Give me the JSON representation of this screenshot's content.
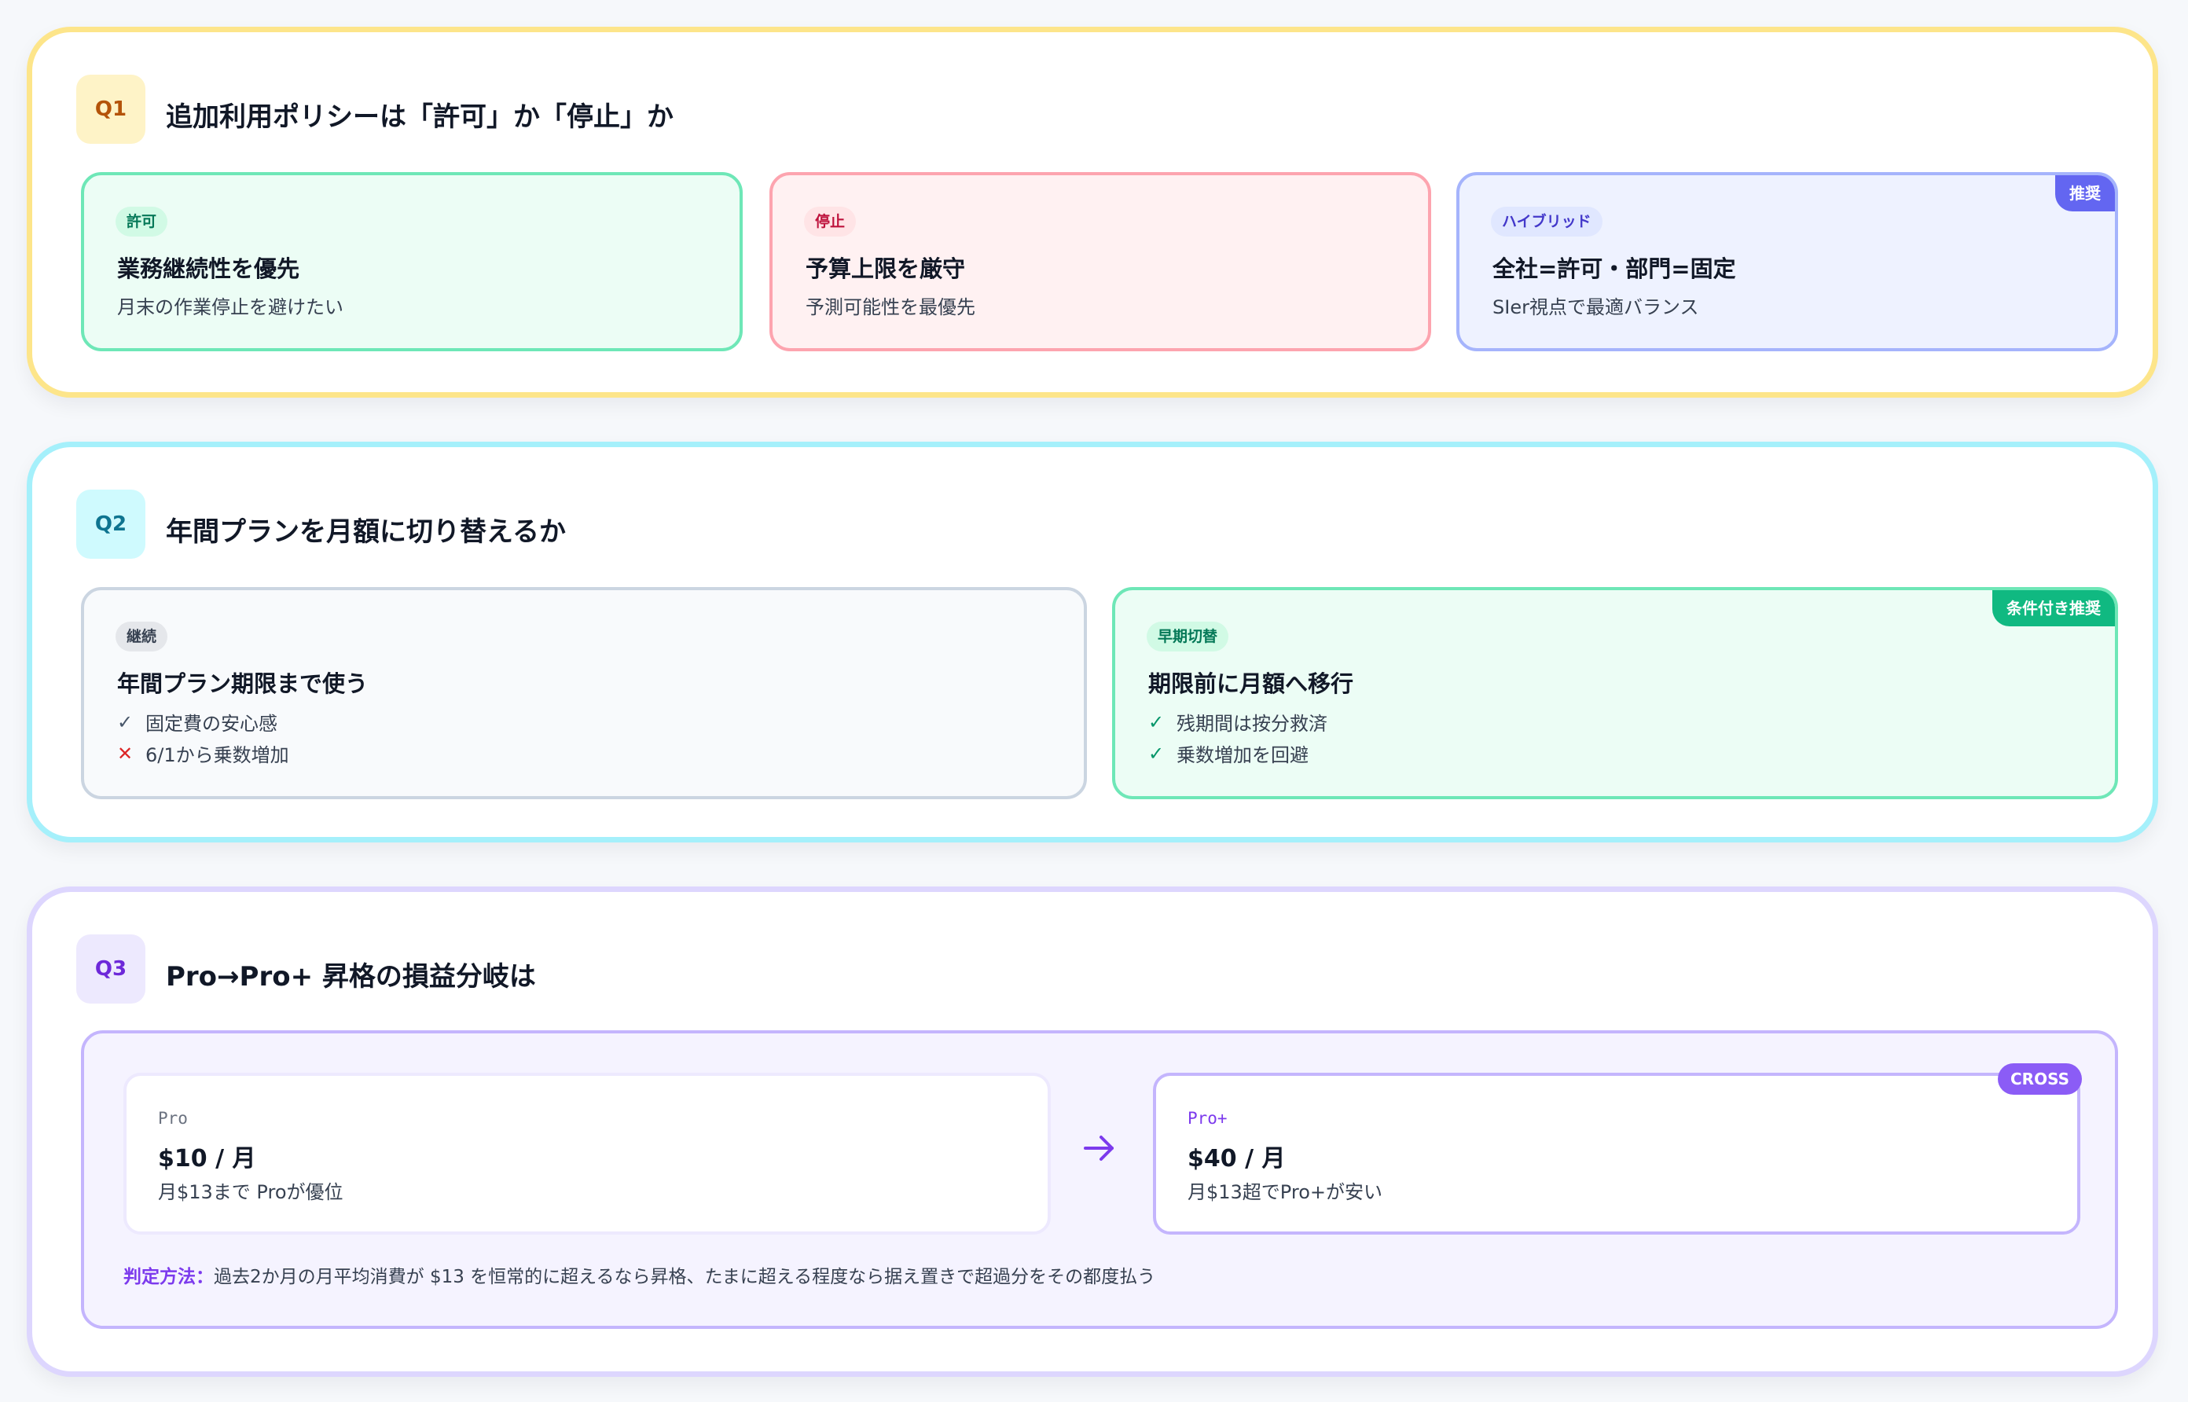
{
  "q1": {
    "badge": "Q1",
    "title": "追加利用ポリシーは「許可」か「停止」か",
    "options": [
      {
        "tag": "許可",
        "title": "業務継続性を優先",
        "sub": "月末の作業停止を避けたい"
      },
      {
        "tag": "停止",
        "title": "予算上限を厳守",
        "sub": "予測可能性を最優先"
      },
      {
        "tag": "ハイブリッド",
        "title": "全社=許可・部門=固定",
        "sub": "SIer視点で最適バランス",
        "corner": "推奨"
      }
    ]
  },
  "q2": {
    "badge": "Q2",
    "title": "年間プランを月額に切り替えるか",
    "options": [
      {
        "tag": "継続",
        "title": "年間プラン期限まで使う",
        "points": [
          {
            "mark": "✓",
            "text": "固定費の安心感"
          },
          {
            "mark": "✕",
            "text": "6/1から乗数増加"
          }
        ]
      },
      {
        "tag": "早期切替",
        "title": "期限前に月額へ移行",
        "corner": "条件付き推奨",
        "points": [
          {
            "mark": "✓",
            "text": "残期間は按分救済"
          },
          {
            "mark": "✓",
            "text": "乗数増加を回避"
          }
        ]
      }
    ]
  },
  "q3": {
    "badge": "Q3",
    "title": "Pro→Pro+ 昇格の損益分岐は",
    "plans": [
      {
        "name": "Pro",
        "price": "$10 / 月",
        "note": "月$13まで Proが優位"
      },
      {
        "name": "Pro+",
        "price": "$40 / 月",
        "note": "月$13超でPro+が安い",
        "corner": "CROSS"
      }
    ],
    "arrow_icon": "arrow-right-icon",
    "judge_label": "判定方法：",
    "judge_text": "過去2か月の月平均消費が $13 を恒常的に超えるなら昇格、たまに超える程度なら据え置きで超過分をその都度払う"
  },
  "colors": {
    "q1_border": "#fde58a",
    "q2_border": "#a5f0fb",
    "q3_border": "#ddd6fe",
    "accent_purple": "#7c3aed",
    "accent_green": "#10b981",
    "accent_indigo": "#6366f1"
  }
}
